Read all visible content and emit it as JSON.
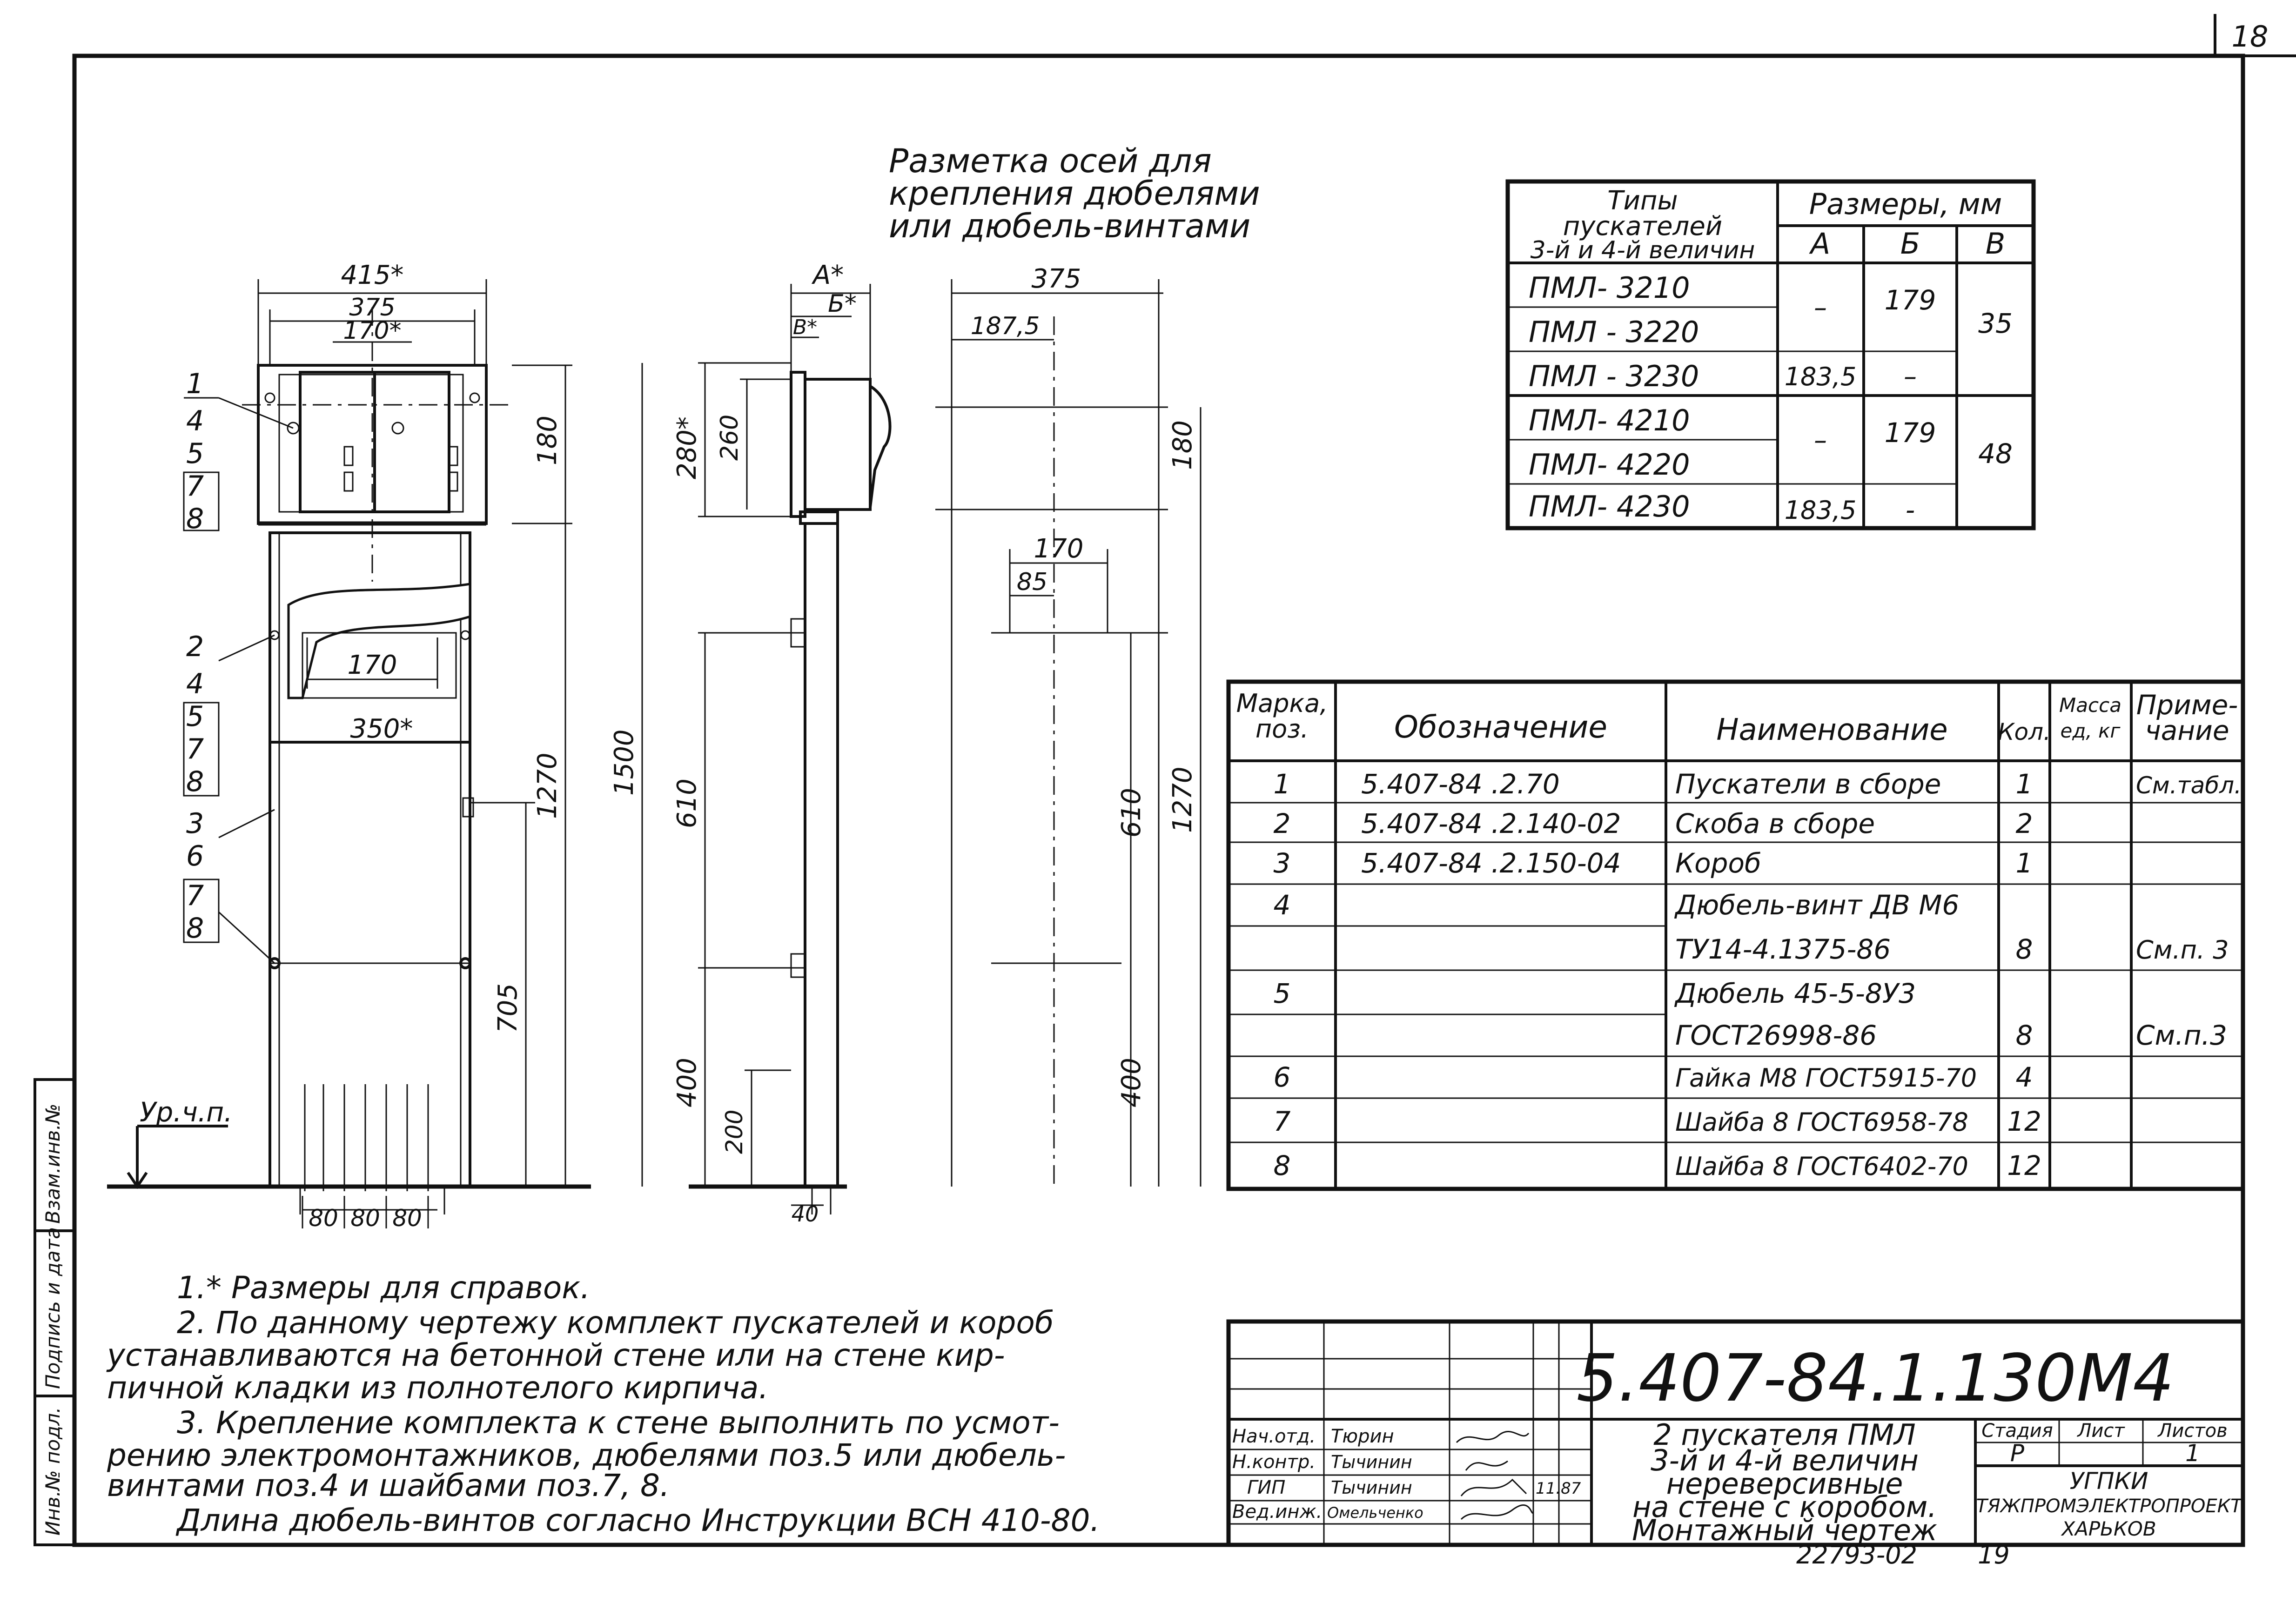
{
  "page_number": "18",
  "axes_caption": [
    "Разметка осей для",
    "крепления дюбелями",
    "или дюбель-винтами"
  ],
  "front_view": {
    "dims": {
      "d415": "415*",
      "d375": "375",
      "d170top": "170*",
      "d180": "180",
      "d170mid": "170",
      "d350": "350*",
      "d1270": "1270",
      "d705": "705",
      "d80a": "80",
      "d80b": "80",
      "d80c": "80"
    },
    "callouts": [
      "1",
      "4",
      "5",
      "7",
      "8",
      "2",
      "4",
      "5",
      "7",
      "8",
      "3",
      "6",
      "7",
      "8"
    ],
    "floor_label": "Ур.ч.п."
  },
  "side_view": {
    "dims": {
      "A": "А*",
      "B": "Б*",
      "V": "В*",
      "d280": "280*",
      "d260": "260",
      "d1500": "1500",
      "d610": "610",
      "d400": "400",
      "d200": "200",
      "d40": "40"
    }
  },
  "layout_view": {
    "dims": {
      "d375": "375",
      "d187": "187,5",
      "d180": "180",
      "d170": "170",
      "d85": "85",
      "d610": "610",
      "d1270": "1270",
      "d400": "400"
    }
  },
  "types_table": {
    "header_col1": [
      "Типы",
      "пускателей",
      "3-й и 4-й величин"
    ],
    "header_sizes": "Размеры, мм",
    "header_sub": [
      "А",
      "Б",
      "В"
    ],
    "rows": [
      {
        "type": "ПМЛ- 3210",
        "A": "–",
        "B": "179",
        "V": "35"
      },
      {
        "type": "ПМЛ - 3220",
        "A": "",
        "B": "",
        "V": ""
      },
      {
        "type": "ПМЛ - 3230",
        "A": "183,5",
        "B": "–",
        "V": ""
      },
      {
        "type": "ПМЛ- 4210",
        "A": "–",
        "B": "179",
        "V": "48"
      },
      {
        "type": "ПМЛ- 4220",
        "A": "",
        "B": "",
        "V": ""
      },
      {
        "type": "ПМЛ- 4230",
        "A": "183,5",
        "B": "-",
        "V": ""
      }
    ]
  },
  "spec_table": {
    "headers": {
      "mark": [
        "Марка,",
        "поз."
      ],
      "designation": "Обозначение",
      "name": "Наименование",
      "qty": "Кол.",
      "mass": [
        "Масса",
        "ед, кг"
      ],
      "note": [
        "Приме-",
        "чание"
      ]
    },
    "rows": [
      {
        "pos": "1",
        "des": "5.407-84 .2.70",
        "name": "Пускатели в сборе",
        "qty": "1",
        "note": "См.табл."
      },
      {
        "pos": "2",
        "des": "5.407-84 .2.140-02",
        "name": "Скоба в сборе",
        "qty": "2",
        "note": ""
      },
      {
        "pos": "3",
        "des": "5.407-84 .2.150-04",
        "name": "Короб",
        "qty": "1",
        "note": ""
      },
      {
        "pos": "4",
        "des": "",
        "name": "Дюбель-винт ДВ М6",
        "qty": "",
        "note": ""
      },
      {
        "pos": "",
        "des": "",
        "name": "ТУ14-4.1375-86",
        "qty": "8",
        "note": "См.п. 3"
      },
      {
        "pos": "5",
        "des": "",
        "name": "Дюбель 45-5-8У3",
        "qty": "",
        "note": ""
      },
      {
        "pos": "",
        "des": "",
        "name": "ГОСТ26998-86",
        "qty": "8",
        "note": "См.п.3"
      },
      {
        "pos": "6",
        "des": "",
        "name": "Гайка М8 ГОСТ5915-70",
        "qty": "4",
        "note": ""
      },
      {
        "pos": "7",
        "des": "",
        "name": "Шайба 8 ГОСТ6958-78",
        "qty": "12",
        "note": ""
      },
      {
        "pos": "8",
        "des": "",
        "name": "Шайба 8 ГОСТ6402-70",
        "qty": "12",
        "note": ""
      }
    ]
  },
  "notes": [
    "1.* Размеры для справок.",
    "2. По данному чертежу комплект пускателей и короб",
    "устанавливаются на бетонной стене или на стене кир-",
    "пичной кладки из полнотелого кирпича.",
    "3. Крепление комплекта к стене выполнить по усмот-",
    "рению электромонтажников, дюбелями поз.5 или дюбель-",
    "винтами поз.4 и шайбами поз.7, 8.",
    "Длина дюбель-винтов согласно Инструкции ВСН 410-80."
  ],
  "side_stamp": {
    "inv": "Инв.№ подл.",
    "sign": "Подпись и дата",
    "vzam": "Взам.инв.№"
  },
  "title_block": {
    "code": "5.407-84.1.130М4",
    "title_lines": [
      "2 пускателя ПМЛ",
      "3-й и 4-й величин",
      "нереверсивные",
      "на стене с коробом.",
      "Монтажный чертеж"
    ],
    "roles": [
      "Нач.отд.",
      "Н.контр.",
      "ГИП",
      "Вед.инж."
    ],
    "names": [
      "Тюрин",
      "Тычинин",
      "Тычинин",
      "Омельченко"
    ],
    "date": "11.87",
    "stage_label": "Стадия",
    "sheet_label": "Лист",
    "sheets_label": "Листов",
    "stage": "Р",
    "sheet": "",
    "sheets": "1",
    "org": [
      "УГПКИ",
      "ТЯЖПРОМЭЛЕКТРОПРОЕКТ",
      "ХАРЬКОВ"
    ],
    "archive": "22793-02",
    "archive_sheet": "19"
  }
}
